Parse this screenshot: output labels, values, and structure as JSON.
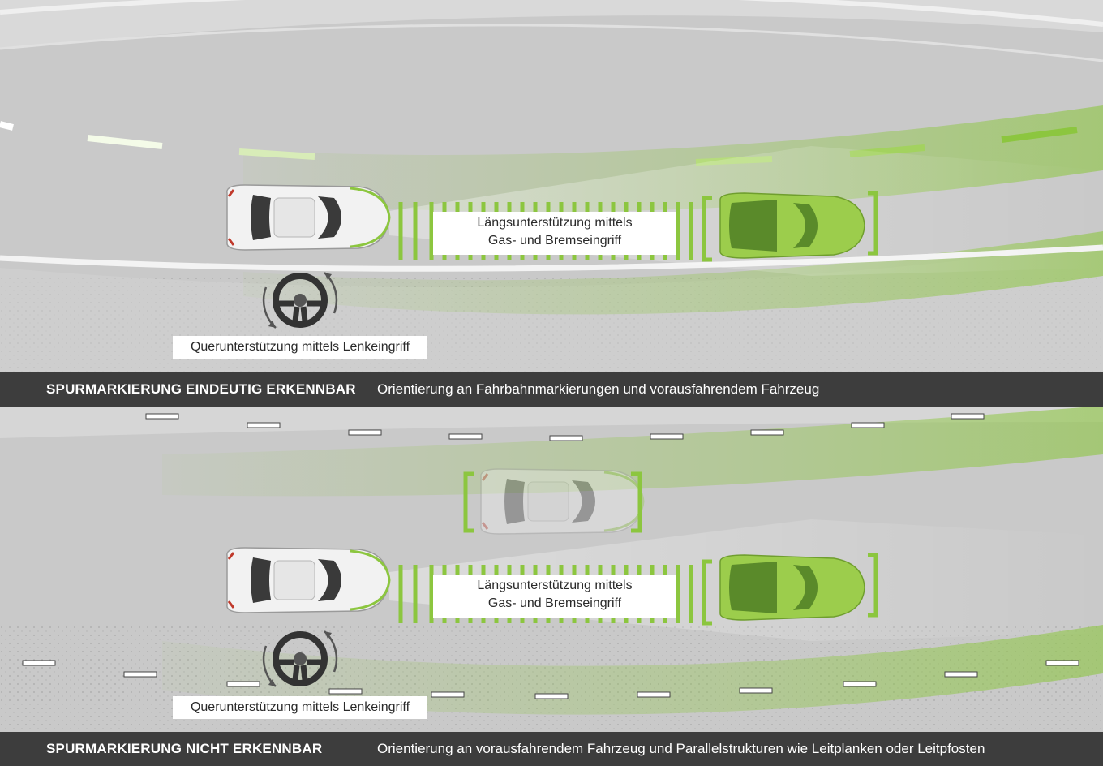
{
  "panels": [
    {
      "long_label_line1": "Längsunterstützung mittels",
      "long_label_line2": "Gas- und Bremseingriff",
      "lateral_label": "Querunterstützung mittels Lenkeingriff",
      "heading": "SPURMARKIERUNG EINDEUTIG ERKENNBAR",
      "description": "Orientierung an Fahrbahnmarkierungen und vorausfahrendem Fahrzeug"
    },
    {
      "long_label_line1": "Längsunterstützung mittels",
      "long_label_line2": "Gas- und Bremseingriff",
      "lateral_label": "Querunterstützung mittels Lenkeingriff",
      "heading": "SPURMARKIERUNG NICHT ERKENNBAR",
      "description": "Orientierung an vorausfahrendem Fahrzeug und Parallelstrukturen wie Leitplanken oder Leitpfosten"
    }
  ],
  "colors": {
    "accent_green": "#8cc63f",
    "lead_car_green": "#9ccd4c",
    "band_background": "#3d3d3d",
    "road_gray": "#c8c8c8",
    "verge_gray": "#d6d6d6"
  },
  "icons": [
    "steering-wheel-icon",
    "rotation-arrows-icon",
    "car-icon",
    "target-bracket-icon"
  ]
}
